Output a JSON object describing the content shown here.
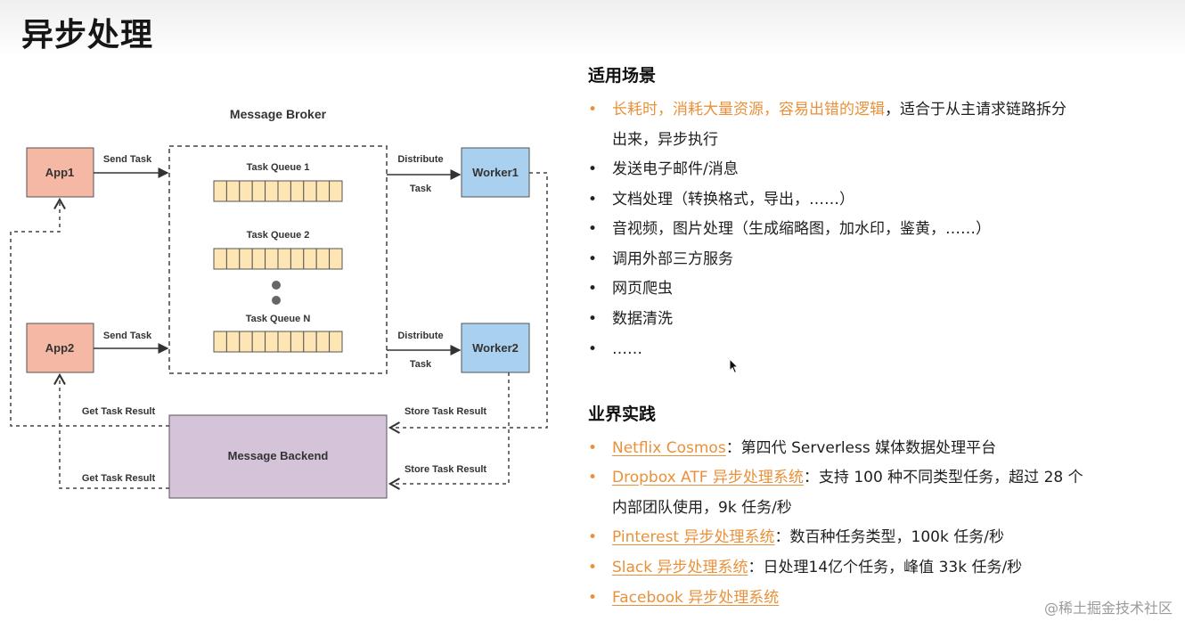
{
  "page": {
    "title": "异步处理"
  },
  "diagram": {
    "broker_title": "Message Broker",
    "apps": [
      "App1",
      "App2"
    ],
    "workers": [
      "Worker1",
      "Worker2"
    ],
    "queues": [
      "Task Queue 1",
      "Task Queue 2",
      "Task Queue N"
    ],
    "send_task": "Send Task",
    "distribute": "Distribute",
    "task": "Task",
    "get_result": "Get Task Result",
    "store_result": "Store Task Result",
    "backend": "Message Backend",
    "colors": {
      "app": "#f4b8a5",
      "worker": "#a9d0ee",
      "queue_cell": "#fde6b4",
      "backend": "#d5c4d9"
    }
  },
  "scenarios": {
    "title": "适用场景",
    "first": {
      "highlight": "长耗时，消耗大量资源，容易出错的逻辑",
      "rest": "，适合于从主请求链路拆分",
      "cont": "出来，异步执行"
    },
    "items": [
      "发送电子邮件/消息",
      "文档处理（转换格式，导出，……）",
      "音视频，图片处理（生成缩略图，加水印，鉴黄，……）",
      "调用外部三方服务",
      "网页爬虫",
      "数据清洗",
      "……"
    ]
  },
  "practice": {
    "title": "业界实践",
    "items": [
      {
        "link": "Netflix Cosmos",
        "desc": "：第四代 Serverless 媒体数据处理平台"
      },
      {
        "link": "Dropbox ATF 异步处理系统",
        "desc": "：支持 100 种不同类型任务，超过 28 个",
        "cont": "内部团队使用，9k 任务/秒"
      },
      {
        "link": "Pinterest 异步处理系统",
        "desc": "：数百种任务类型，100k 任务/秒"
      },
      {
        "link": "Slack 异步处理系统",
        "desc": "：日处理14亿个任务，峰值 33k 任务/秒"
      },
      {
        "link": "Facebook 异步处理系统",
        "desc": ""
      }
    ]
  },
  "watermark": "@稀土掘金技术社区"
}
